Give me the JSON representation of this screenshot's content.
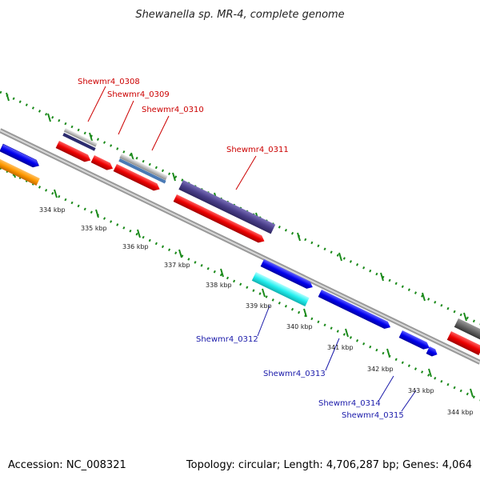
{
  "title": "Shewanella sp. MR-4, complete genome",
  "footer": {
    "accession": "Accession: NC_008321",
    "topology": "Topology: circular; Length: 4,706,287 bp; Genes: 4,064"
  },
  "kbp_labels": [
    "334 kbp",
    "335 kbp",
    "336 kbp",
    "337 kbp",
    "338 kbp",
    "339 kbp",
    "340 kbp",
    "341 kbp",
    "342 kbp",
    "343 kbp",
    "344 kbp"
  ],
  "gene_labels": {
    "top": [
      "Shewmr4_0308",
      "Shewmr4_0309",
      "Shewmr4_0310",
      "Shewmr4_0311"
    ],
    "bottom": [
      "Shewmr4_0312",
      "Shewmr4_0313",
      "Shewmr4_0314",
      "Shewmr4_0315"
    ]
  },
  "colors": {
    "top_label": "#cc0000",
    "bottom_label": "#1a1aaa",
    "backbone": "#9a9a9a",
    "tick": "#1a8a1a",
    "cds_red": "#ee0000",
    "cds_blue": "#0000ee",
    "orange": "#ff9900",
    "navy": "#2b2b6e",
    "slate": "#4a3f8a",
    "steel": "#4a7ab5",
    "cyan": "#22eeee",
    "grey": "#666666"
  }
}
